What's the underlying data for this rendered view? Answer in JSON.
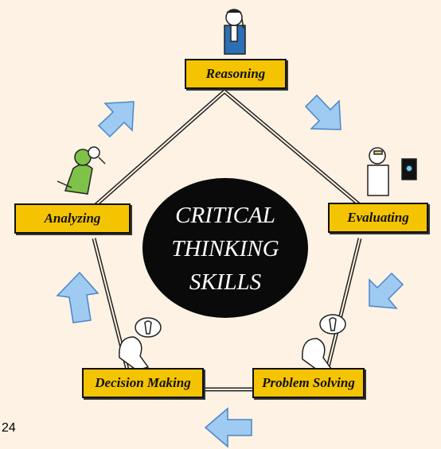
{
  "center": {
    "line1": "CRITICAL",
    "line2": "THINKING",
    "line3": "SKILLS"
  },
  "skills": {
    "reasoning": "Reasoning",
    "evaluating": "Evaluating",
    "problem_solving": "Problem Solving",
    "decision_making": "Decision Making",
    "analyzing": "Analyzing"
  },
  "page_number": "24",
  "colors": {
    "background": "#fdf2e4",
    "box_fill": "#f5c400",
    "arrow_fill": "#9fcaf2",
    "arrow_stroke": "#4a86c8",
    "center_fill": "#0a0a0a"
  },
  "icons": [
    "thinking-man-icon",
    "doctor-tablet-icon",
    "lightbulb-thinker-icon",
    "lightbulb-thinker-icon",
    "detective-magnifier-icon"
  ]
}
